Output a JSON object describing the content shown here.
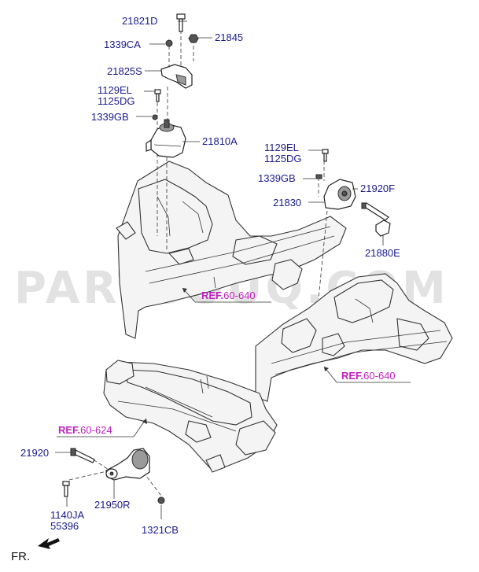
{
  "watermark": "PARTSOUQ.COM",
  "front_indicator": "FR.",
  "labels": {
    "p21821D": "21821D",
    "p1339CA": "1339CA",
    "p21845": "21845",
    "p21825S": "21825S",
    "p1129EL_a": "1129EL",
    "p1125DG_a": "1125DG",
    "p1339GB_a": "1339GB",
    "p21810A": "21810A",
    "p1129EL_b": "1129EL",
    "p1125DG_b": "1125DG",
    "p1339GB_b": "1339GB",
    "p21920F": "21920F",
    "p21830": "21830",
    "p21880E": "21880E",
    "p21920": "21920",
    "p21950R": "21950R",
    "p1140JA": "1140JA",
    "p55396": "55396",
    "p1321CB": "1321CB"
  },
  "refs": {
    "ref1_prefix": "REF.",
    "ref1_num": "60-640",
    "ref2_prefix": "REF.",
    "ref2_num": "60-640",
    "ref3_prefix": "REF.",
    "ref3_num": "60-624"
  },
  "colors": {
    "label": "#1a1a8c",
    "reference": "#c020c0",
    "watermark": "#e2e2e2"
  }
}
